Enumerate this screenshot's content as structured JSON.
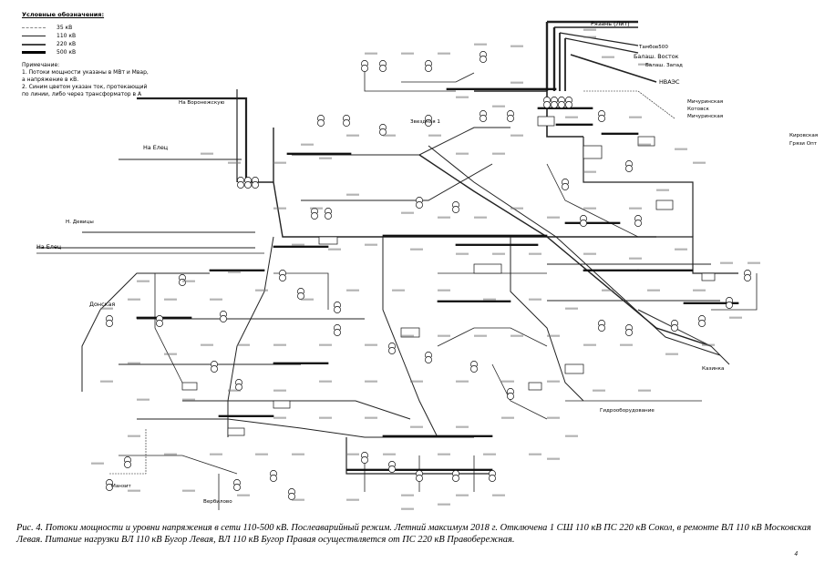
{
  "legend": {
    "title": "Условные обозначения:",
    "items": [
      {
        "label": "35 кВ",
        "color": "#8a8a8a",
        "weight": 1
      },
      {
        "label": "110 кВ",
        "color": "#222222",
        "weight": 1
      },
      {
        "label": "220 кВ",
        "color": "#444444",
        "weight": 1.6
      },
      {
        "label": "500 кВ",
        "color": "#000000",
        "weight": 2.4
      }
    ],
    "notes": [
      "Примечание:",
      "1. Потоки мощности указаны в МВт и Мвар,",
      "   а напряжение в кВ.",
      "2. Синим цветом указан ток, протекающий",
      "по линии, либо через трансформатор в А"
    ]
  },
  "directions": {
    "ryazan": "Рязань (Лит)",
    "tambov": "Тамбов500",
    "balash": "Балаш. Восток",
    "balash_zapad": "Балаш. Запад",
    "nvaes": "НВАЭС",
    "michurinsk": "Мичуринская",
    "kotovsk": "Котовск",
    "michurinsk2": "Мичуринская",
    "kirovskaya": "Кировская",
    "gryazi": "Грязи Опт",
    "voronezhskaya": "На Воронежскую",
    "elets1": "На Елец",
    "n_devitsa": "Н. Девицы",
    "elets2": "На Елец",
    "donskaya": "Донская",
    "kazinka": "Казинка",
    "gidrooborudovanie": "Гидрооборудование",
    "verbilovo": "Вербилово",
    "manzit": "Манзит",
    "zvezdnaya": "Звездная 1"
  },
  "caption": "Рис. 4. Потоки мощности и уровни напряжения в сети 110-500 кВ. Послеаварийный режим. Летний максимум 2018 г. Отключена 1 СШ 110 кВ ПС 220 кВ Сокол, в ремонте ВЛ 110 кВ Московская Левая. Питание нагрузки ВЛ 110 кВ Бугор Левая, ВЛ 110 кВ Бугор Правая осуществляется от ПС 220 кВ Правобережная.",
  "page_number": "4"
}
